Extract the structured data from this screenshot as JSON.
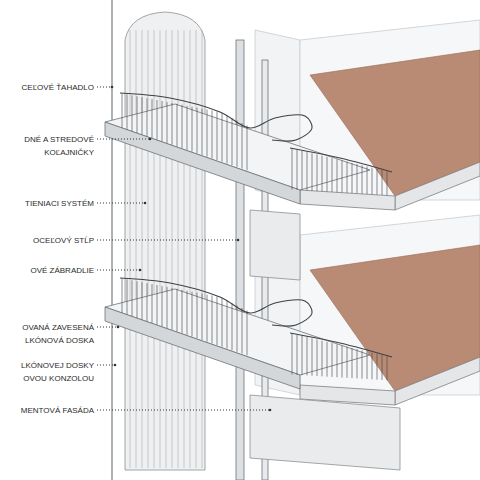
{
  "diagram": {
    "labels": [
      "CEĽOVÉ ŤAHADLO",
      "DNÉ A STREDOVÉ KOĽAJNIČKY",
      "TIENIACI SYSTÉM",
      "OCEĽOVÝ STĹP",
      "OVÉ ZÁBRADLIE",
      "OVANÁ ZAVESENÁ LKÓNOVÁ DOSKA",
      "LKÓNOVEJ DOSKY OVOU KONZOLOU",
      "MENTOVÁ FASÁDA"
    ]
  }
}
